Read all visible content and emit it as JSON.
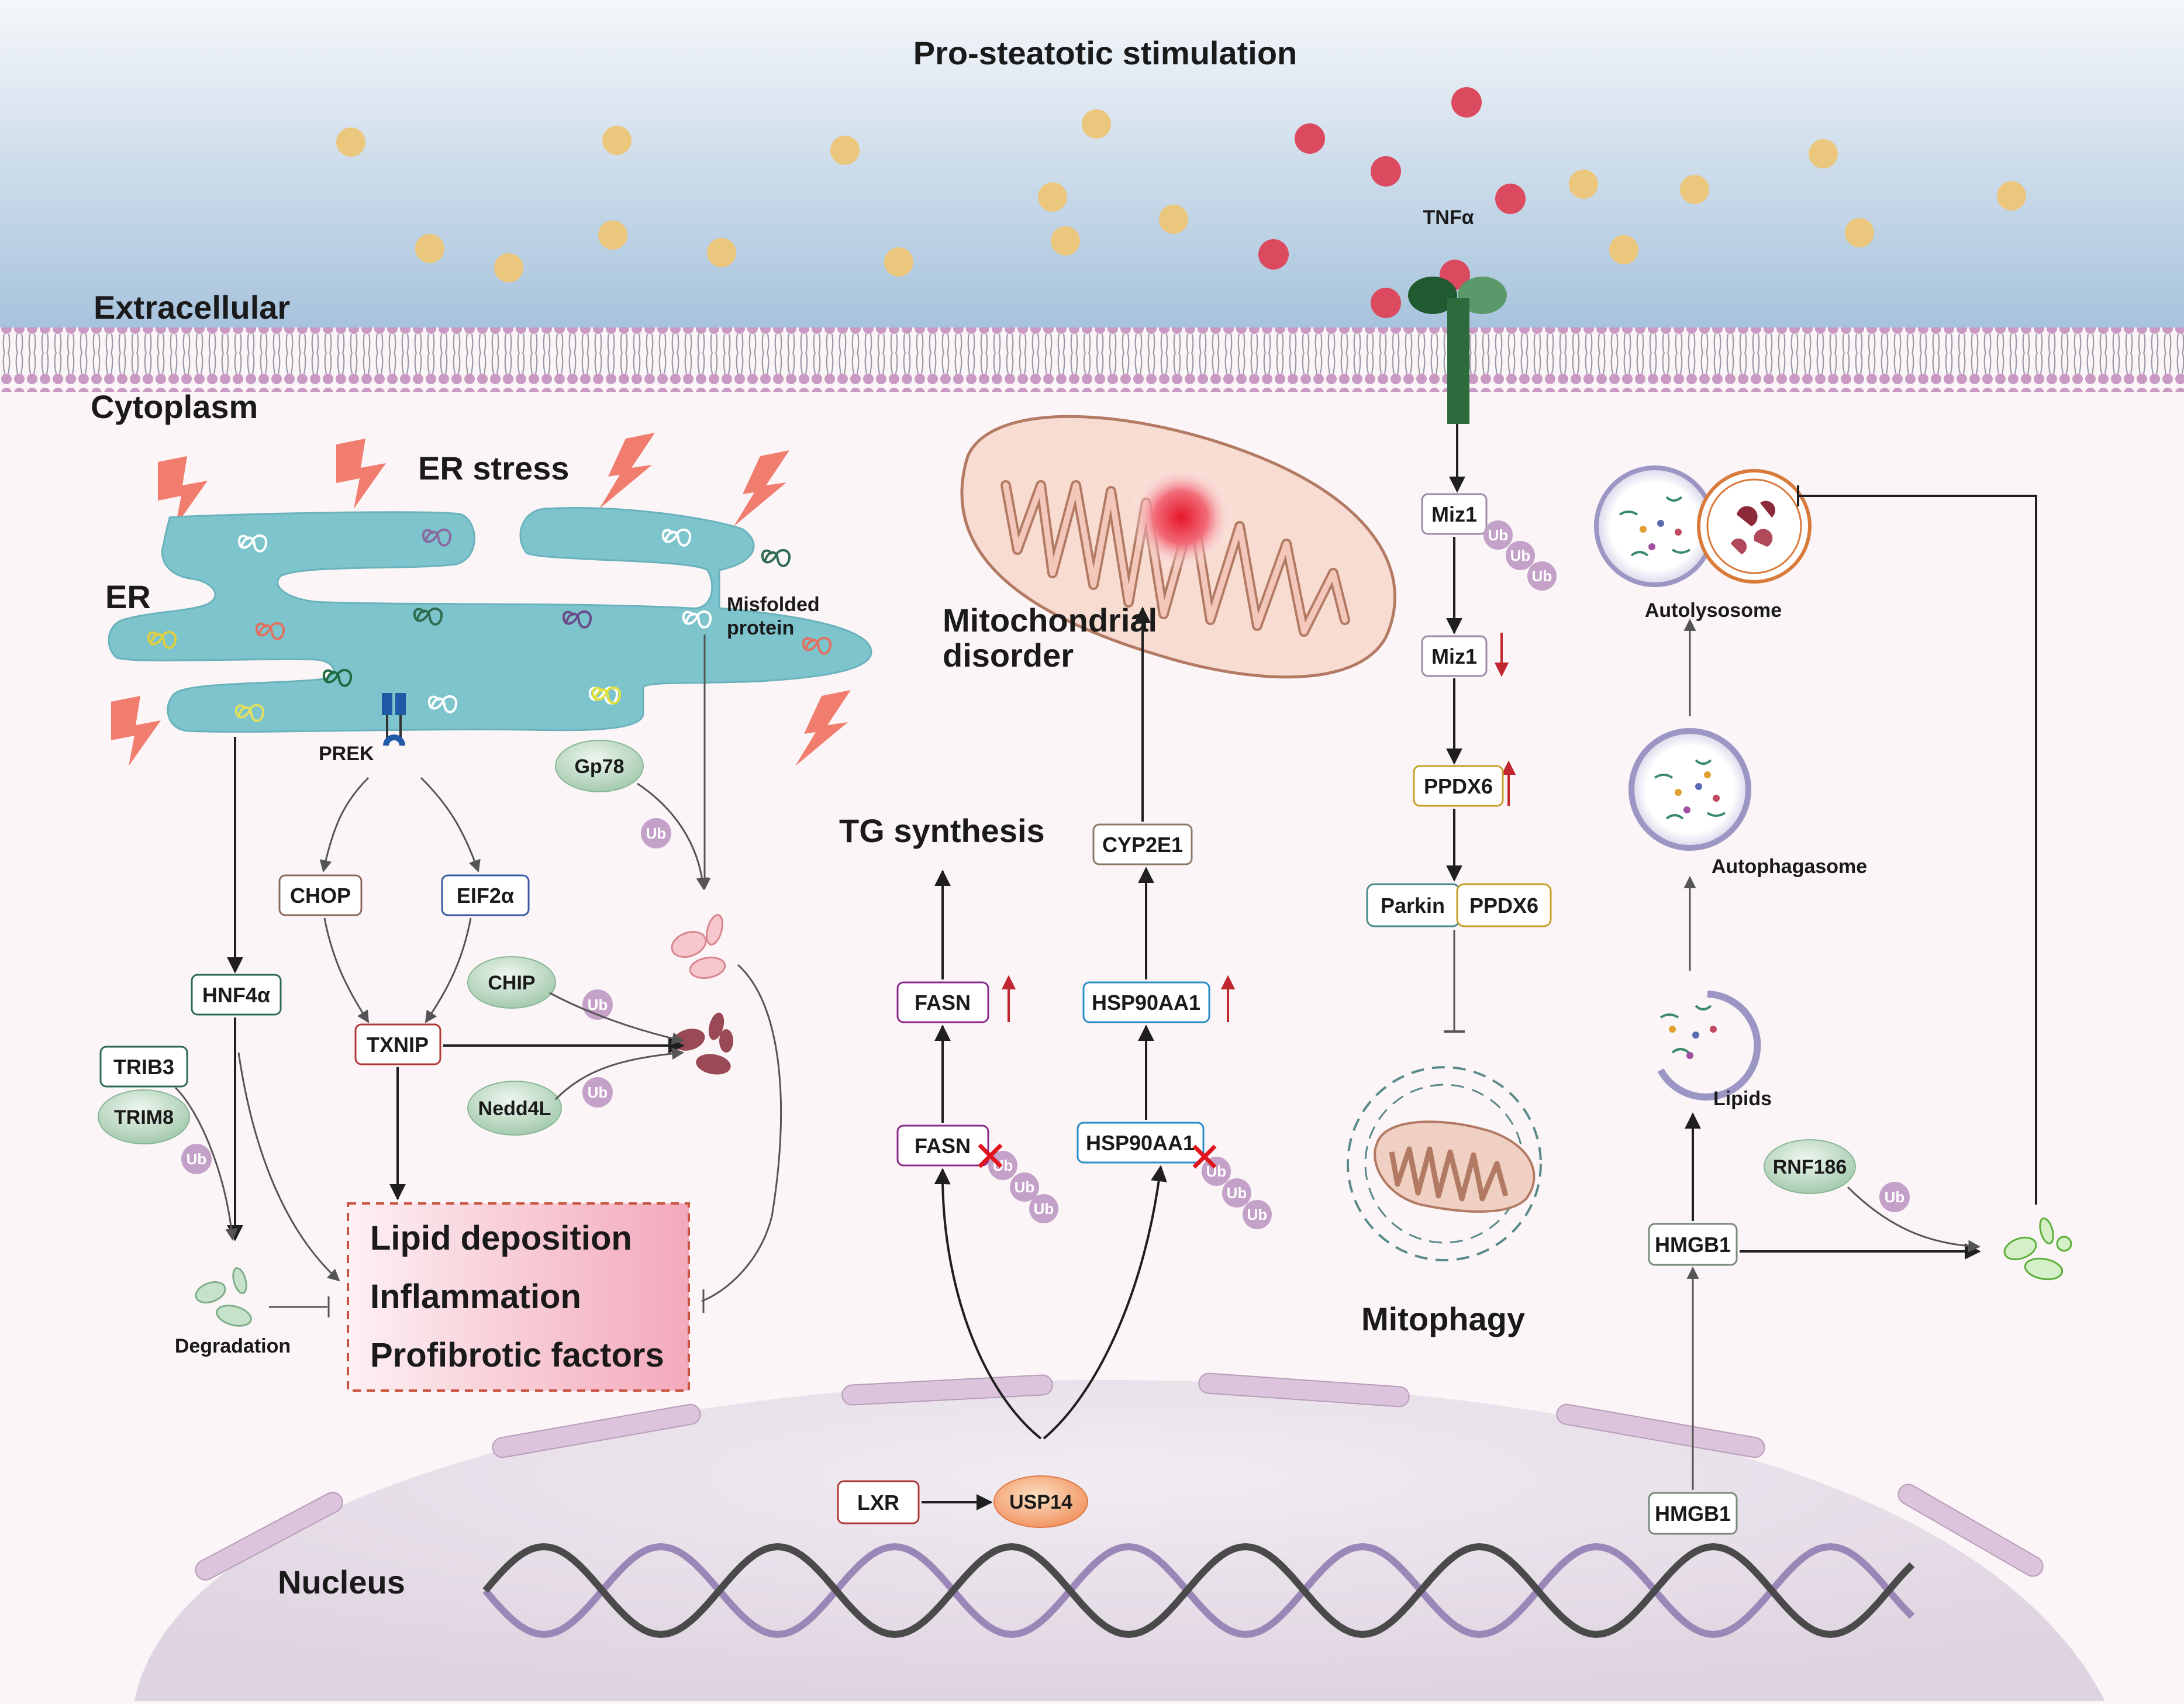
{
  "title": "Pro-steatotic stimulation",
  "regions": {
    "extracellular": "Extracellular",
    "cytoplasm": "Cytoplasm",
    "nucleus": "Nucleus"
  },
  "er_panel": {
    "er_label": "ER",
    "er_stress": "ER stress",
    "misfolded_protein_line1": "Misfolded",
    "misfolded_protein_line2": "protein",
    "prek": "PREK",
    "chop": "CHOP",
    "eif2a": "EIF2α",
    "txnip": "TXNIP",
    "hnf4a": "HNF4α",
    "trib3": "TRIB3",
    "trim8": "TRIM8",
    "gp78": "Gp78",
    "chip": "CHIP",
    "nedd4l": "Nedd4L",
    "degradation": "Degradation",
    "ub": "Ub"
  },
  "effects": {
    "line1": "Lipid deposition",
    "line2": "Inflammation",
    "line3": "Profibrotic factors"
  },
  "mito_panel": {
    "mito_label_line1": "Mitochondrial",
    "mito_label_line2": "disorder",
    "tg_synthesis": "TG synthesis",
    "cyp2e1": "CYP2E1",
    "fasn_top": "FASN",
    "fasn_bottom": "FASN",
    "hsp_top": "HSP90AA1",
    "hsp_bottom": "HSP90AA1",
    "lxr": "LXR",
    "usp14": "USP14"
  },
  "tnf_panel": {
    "tnfa": "TNFα",
    "miz1_top": "Miz1",
    "miz1_bottom": "Miz1",
    "ppdx6": "PPDX6",
    "parkin": "Parkin",
    "ppdx6_complex": "PPDX6",
    "mitophagy": "Mitophagy"
  },
  "autophagy_panel": {
    "autolysosome": "Autolysosome",
    "autophagasome": "Autophagasome",
    "lipids": "Lipids",
    "hmgb1_top": "HMGB1",
    "hmgb1_nucleus": "HMGB1",
    "rnf186": "RNF186"
  },
  "colors": {
    "extracellular_top": "#f4f6f9",
    "extracellular_bottom": "#a9c4dc",
    "membrane": "#c99ac3",
    "er": "#7dc4cc",
    "tnf_dot": "#dc4a5f",
    "lipid_dot": "#ebc77d",
    "receptor": "#2e6b3c",
    "effects_box": "#f5b7c5",
    "nucleus": "#e9e2ea",
    "dna_dark": "#4a4a4a",
    "dna_purple": "#9b86b8",
    "up_arrow": "#c0262d"
  }
}
